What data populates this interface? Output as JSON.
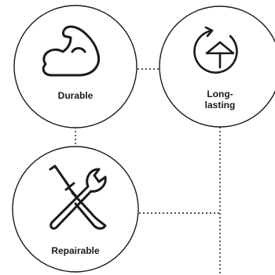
{
  "features": [
    {
      "id": "durable",
      "label": "Durable",
      "icon": "flexed-bicep-icon"
    },
    {
      "id": "long-lasting",
      "label": "Long-\nlasting",
      "icon": "umbrella-cycle-icon"
    },
    {
      "id": "repairable",
      "label": "Repairable",
      "icon": "wrench-screwdriver-icon"
    }
  ],
  "colors": {
    "stroke": "#1a1a1a",
    "fill": "#ffffff"
  }
}
